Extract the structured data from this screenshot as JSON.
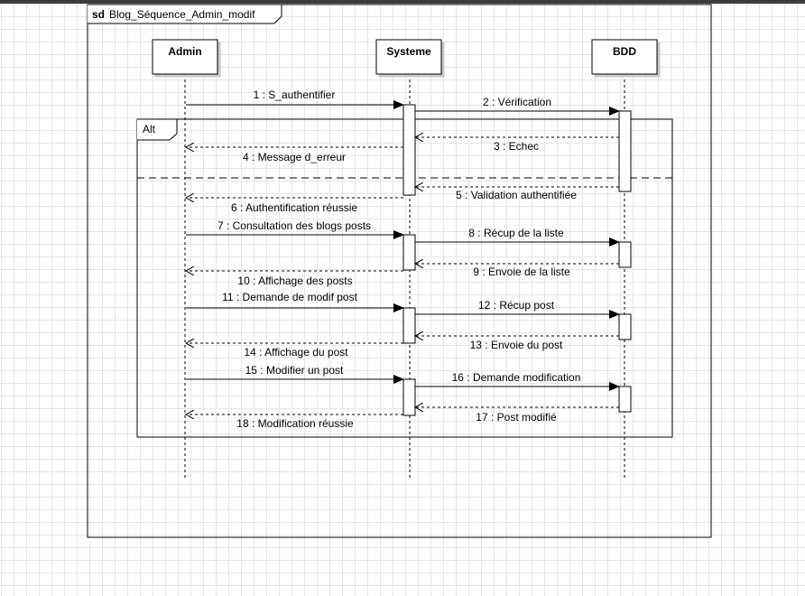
{
  "frame": {
    "keyword": "sd",
    "name": "Blog_Séquence_Admin_modif"
  },
  "fragment": {
    "operator": "Alt"
  },
  "lifelines": [
    {
      "id": "admin",
      "label": "Admin"
    },
    {
      "id": "systeme",
      "label": "Systeme"
    },
    {
      "id": "bdd",
      "label": "BDD"
    }
  ],
  "messages": [
    {
      "label": "1 : S_authentifier",
      "from": "admin",
      "to": "systeme",
      "kind": "sync"
    },
    {
      "label": "2 : Vérification",
      "from": "systeme",
      "to": "bdd",
      "kind": "sync"
    },
    {
      "label": "3 : Echec",
      "from": "bdd",
      "to": "systeme",
      "kind": "reply"
    },
    {
      "label": "4 : Message d_erreur",
      "from": "systeme",
      "to": "admin",
      "kind": "reply"
    },
    {
      "label": "5 : Validation authentifiée",
      "from": "bdd",
      "to": "systeme",
      "kind": "reply"
    },
    {
      "label": "6 : Authentification réussie",
      "from": "systeme",
      "to": "admin",
      "kind": "reply"
    },
    {
      "label": "7 : Consultation des blogs posts",
      "from": "admin",
      "to": "systeme",
      "kind": "sync"
    },
    {
      "label": "8 : Récup de la liste",
      "from": "systeme",
      "to": "bdd",
      "kind": "sync"
    },
    {
      "label": "9 : Envoie de la liste",
      "from": "bdd",
      "to": "systeme",
      "kind": "reply"
    },
    {
      "label": "10 : Affichage des posts",
      "from": "systeme",
      "to": "admin",
      "kind": "reply"
    },
    {
      "label": "11 : Demande de modif post",
      "from": "admin",
      "to": "systeme",
      "kind": "sync"
    },
    {
      "label": "12 : Récup post",
      "from": "systeme",
      "to": "bdd",
      "kind": "sync"
    },
    {
      "label": "13 : Envoie du post",
      "from": "bdd",
      "to": "systeme",
      "kind": "reply"
    },
    {
      "label": "14 : Affichage du post",
      "from": "systeme",
      "to": "admin",
      "kind": "reply"
    },
    {
      "label": "15 : Modifier un post",
      "from": "admin",
      "to": "systeme",
      "kind": "sync"
    },
    {
      "label": "16 : Demande modification",
      "from": "systeme",
      "to": "bdd",
      "kind": "sync"
    },
    {
      "label": "17 : Post modifié",
      "from": "bdd",
      "to": "systeme",
      "kind": "reply"
    },
    {
      "label": "18 : Modification réussie",
      "from": "systeme",
      "to": "admin",
      "kind": "reply"
    }
  ]
}
